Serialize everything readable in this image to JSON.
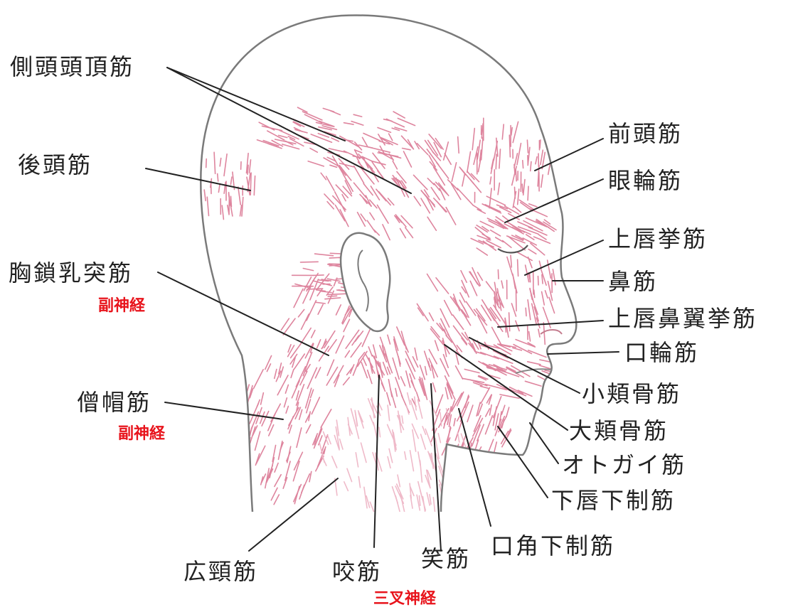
{
  "labels": {
    "temporoparietalis": "側頭頭頂筋",
    "occipitalis": "後頭筋",
    "sternocleidomastoid": "胸鎖乳突筋",
    "trapezius": "僧帽筋",
    "platysma": "広頸筋",
    "masseter": "咬筋",
    "risorius": "笑筋",
    "depressor_anguli_oris": "口角下制筋",
    "frontalis": "前頭筋",
    "orbicularis_oculi": "眼輪筋",
    "levator_labii": "上唇挙筋",
    "nasalis": "鼻筋",
    "levator_labii_alaeque": "上唇鼻翼挙筋",
    "orbicularis_oris": "口輪筋",
    "zygomaticus_minor": "小頬骨筋",
    "zygomaticus_major": "大頬骨筋",
    "mentalis": "オトガイ筋",
    "depressor_labii": "下唇下制筋"
  },
  "nerves": {
    "scm_nerve": "副神経",
    "trapezius_nerve": "副神経",
    "masseter_nerve": "三叉神経"
  },
  "colors": {
    "muscle": "#d9708e",
    "muscle_light": "#eeb3c4",
    "outline": "#7a7a7a",
    "leader": "#222222",
    "nerve_text": "#e8141c"
  }
}
